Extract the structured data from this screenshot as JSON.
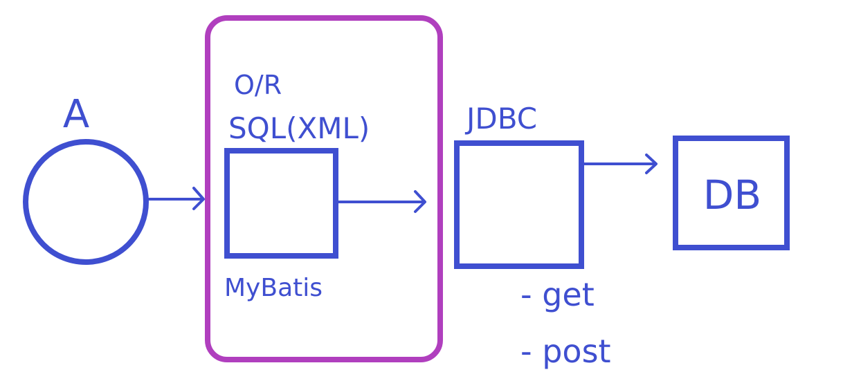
{
  "colors": {
    "ink": "#3F4FD0",
    "container": "#B03FBE",
    "background": "#FFFFFF"
  },
  "labels": {
    "actor": "A",
    "orm_line1": "O/R",
    "orm_line2": "SQL(XML)",
    "mybatis": "MyBatis",
    "jdbc": "JDBC",
    "db": "DB",
    "method_get": "- get",
    "method_post": "- post"
  }
}
